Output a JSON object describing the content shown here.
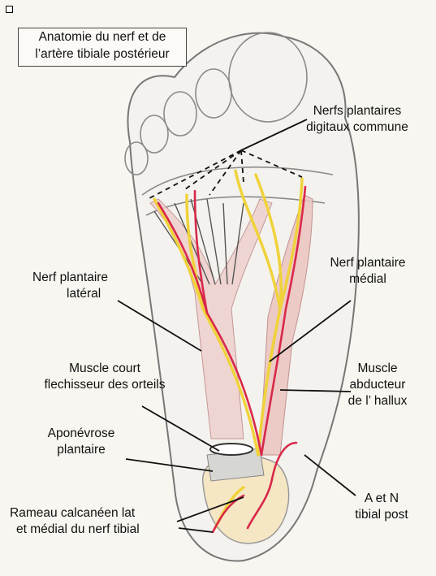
{
  "title": {
    "line1": "Anatomie du nerf et de",
    "line2": "l’artère tibiale postérieur"
  },
  "labels": {
    "nerfs_digitaux": {
      "line1": "Nerfs plantaires",
      "line2": "digitaux commune"
    },
    "nerf_lateral": {
      "line1": "Nerf plantaire",
      "line2": "latéral"
    },
    "nerf_medial": {
      "line1": "Nerf plantaire",
      "line2": "médial"
    },
    "muscle_court": {
      "line1": "Muscle court",
      "line2": "flechisseur des orteils"
    },
    "abducteur": {
      "line1": "Muscle",
      "line2": "abducteur",
      "line3": "de l’ hallux"
    },
    "aponevrose": {
      "line1": "Aponévrose",
      "line2": "plantaire"
    },
    "a_et_n": {
      "line1": "A et N",
      "line2": "tibial post"
    },
    "rameau": {
      "line1": "Rameau calcanéen lat",
      "line2": "et médial du nerf tibial"
    }
  },
  "colors": {
    "nerve": "#f0d23a",
    "artery": "#d8284a",
    "muscle": "#eed0cc",
    "pencil": "#777777",
    "paper": "#f7f6f1"
  }
}
